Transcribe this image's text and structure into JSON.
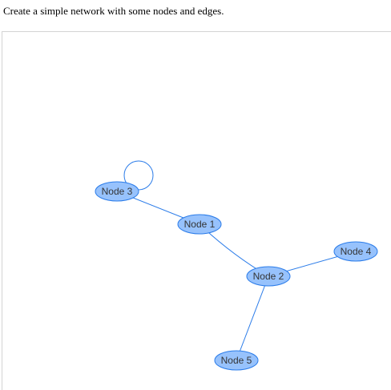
{
  "description_text": "Create a simple network with some nodes and edges.",
  "network": {
    "node_color": "#97c2fc",
    "node_border_color": "#2b7ce9",
    "edge_color": "#2b7ce9",
    "nodes": [
      {
        "id": 1,
        "label": "Node 1"
      },
      {
        "id": 2,
        "label": "Node 2"
      },
      {
        "id": 3,
        "label": "Node 3"
      },
      {
        "id": 4,
        "label": "Node 4"
      },
      {
        "id": 5,
        "label": "Node 5"
      }
    ],
    "edges": [
      {
        "from": 1,
        "to": 3
      },
      {
        "from": 1,
        "to": 2
      },
      {
        "from": 2,
        "to": 4
      },
      {
        "from": 2,
        "to": 5
      },
      {
        "from": 3,
        "to": 3
      }
    ]
  }
}
